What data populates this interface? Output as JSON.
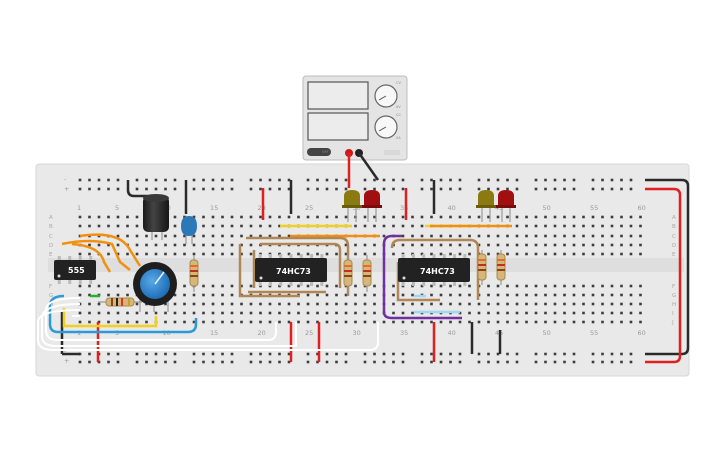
{
  "breadboard": {
    "column_numbers": [
      "1",
      "5",
      "10",
      "15",
      "20",
      "25",
      "30",
      "35",
      "40",
      "45",
      "50",
      "55",
      "60"
    ],
    "row_letters": [
      "A",
      "B",
      "C",
      "D",
      "E",
      "F",
      "G",
      "H",
      "I",
      "J"
    ],
    "rail_markers": [
      "-",
      "+"
    ]
  },
  "chips": {
    "timer": "555",
    "counter_1": "74HC73",
    "counter_2": "74HC73"
  },
  "power_supply": {
    "label_upper": "CV",
    "label_lower": "CC",
    "mark_upper": "0V",
    "mark_lower": "0A",
    "switch_label": "OFF"
  },
  "colors": {
    "board": "#e9e9e9",
    "wire_orange": "#f0900e",
    "wire_brown": "#b08656",
    "wire_purple": "#7030a0",
    "wire_blue": "#2b9ad8",
    "wire_red": "#e02020",
    "wire_black": "#2a2a2a",
    "wire_yellow": "#f0d020",
    "led_yellow": "#8a7a10",
    "led_red": "#a01010"
  }
}
